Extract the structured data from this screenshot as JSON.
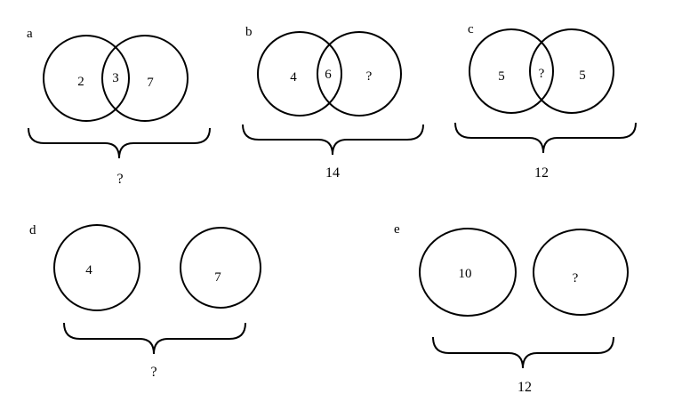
{
  "panels": [
    {
      "id": "a",
      "label": "a",
      "left": "2",
      "middle": "3",
      "right": "7",
      "total": "?"
    },
    {
      "id": "b",
      "label": "b",
      "left": "4",
      "middle": "6",
      "right": "?",
      "total": "14"
    },
    {
      "id": "c",
      "label": "c",
      "left": "5",
      "middle": "?",
      "right": "5",
      "total": "12"
    },
    {
      "id": "d",
      "label": "d",
      "left": "4",
      "right": "7",
      "total": "?"
    },
    {
      "id": "e",
      "label": "e",
      "left": "10",
      "right": "?",
      "total": "12"
    }
  ]
}
